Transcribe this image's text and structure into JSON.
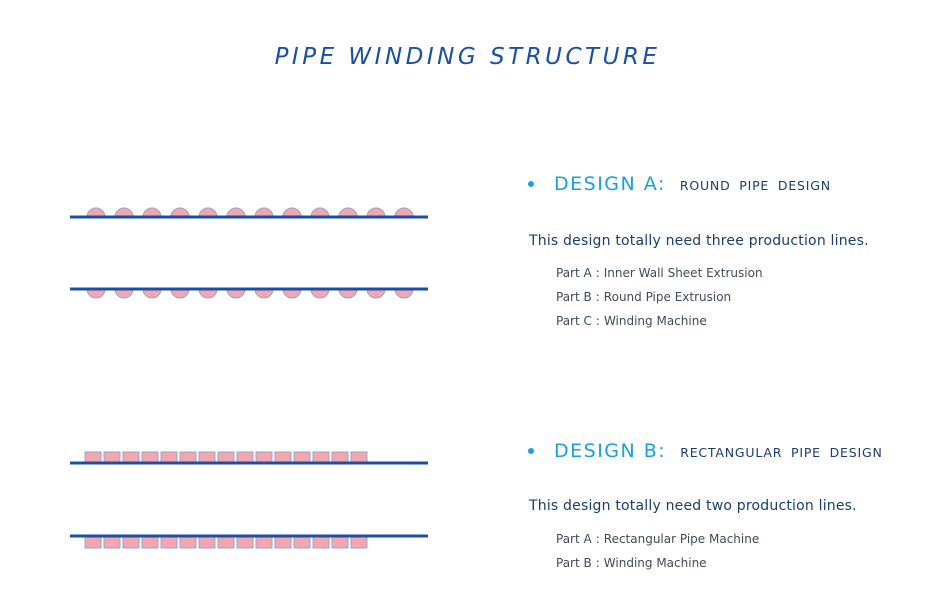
{
  "title": "PIPE WINDING STRUCTURE",
  "colors": {
    "title": "#1a4fa3",
    "accent": "#1aa0dd",
    "pipe_line": "#1a4fa3",
    "profile_fill": "#f2a7b0",
    "profile_stroke": "#9aa2c8"
  },
  "designs": [
    {
      "label": "DESIGN A:",
      "subtitle": "ROUND PIPE DESIGN",
      "summary": "This design totally need three production lines.",
      "parts": [
        {
          "part": "Part A",
          "name": "Inner Wall Sheet Extrusion"
        },
        {
          "part": "Part B",
          "name": "Round Pipe Extrusion"
        },
        {
          "part": "Part C",
          "name": "Winding Machine"
        }
      ],
      "profile_shape": "semicircle",
      "profile_count": 12
    },
    {
      "label": "DESIGN B:",
      "subtitle": "RECTANGULAR PIPE DESIGN",
      "summary": "This design totally need two production lines.",
      "parts": [
        {
          "part": "Part A",
          "name": "Rectangular Pipe Machine"
        },
        {
          "part": "Part B",
          "name": "Winding Machine"
        }
      ],
      "profile_shape": "rectangle",
      "profile_count": 15
    }
  ]
}
